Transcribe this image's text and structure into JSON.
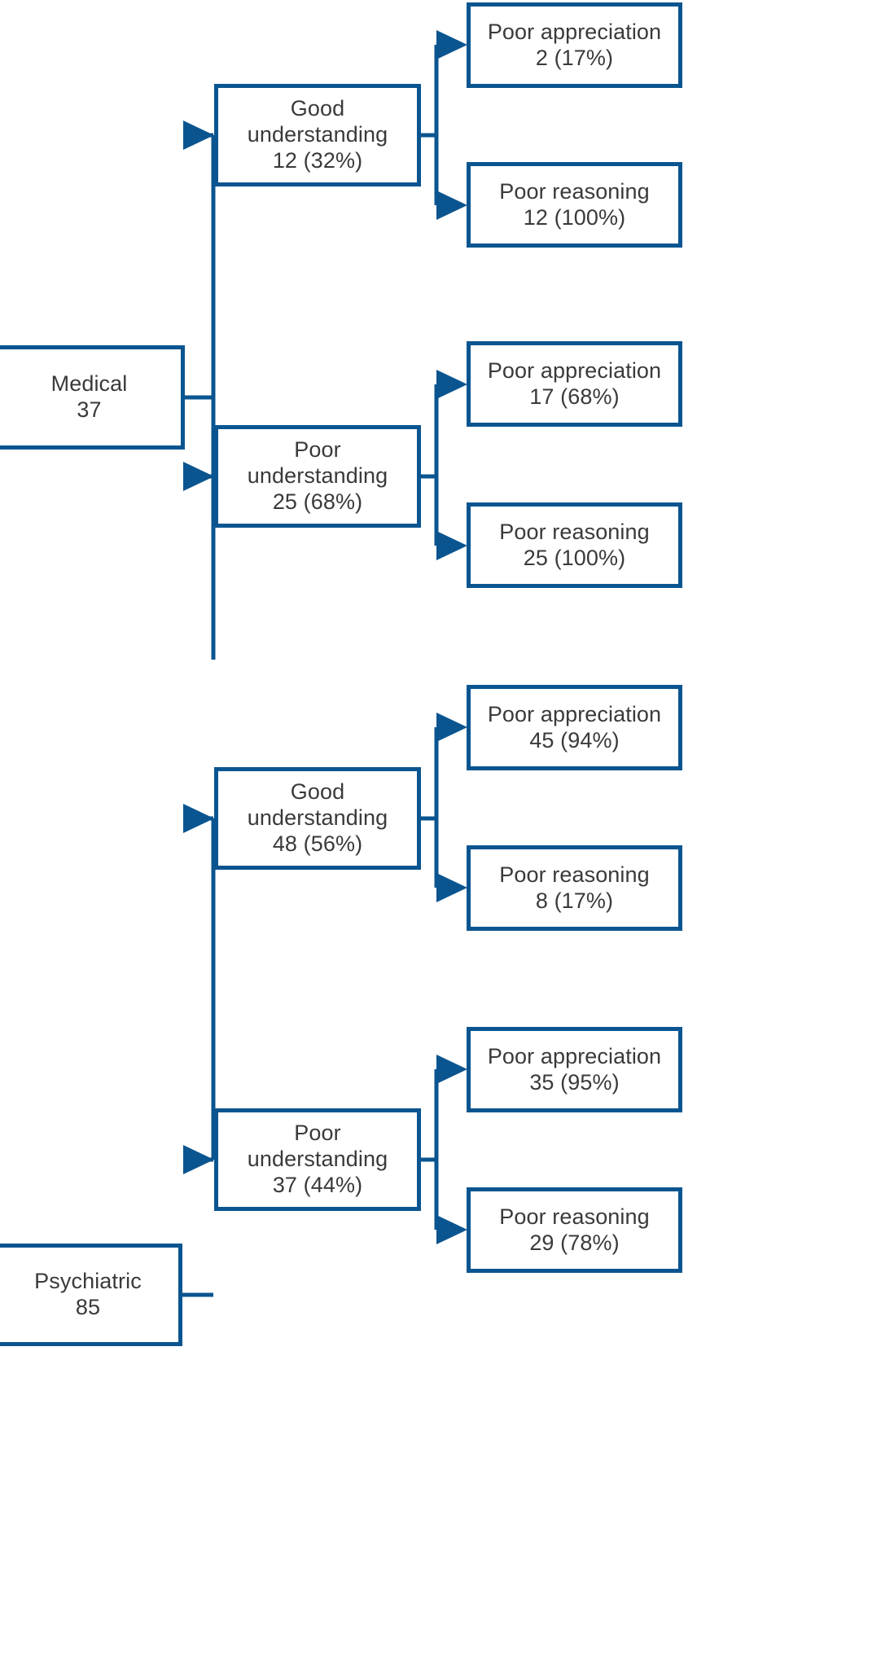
{
  "theme": {
    "line_color": "#0a5590",
    "box_fill": "#ffffff",
    "text_color": "#3a3a3a"
  },
  "chart_data": {
    "type": "diagram",
    "title": "",
    "subtype": "flowchart-tree",
    "trees": [
      {
        "root": {
          "label": "Medical",
          "value": "37"
        },
        "branches": [
          {
            "label_line1": "Good",
            "label_line2": "understanding",
            "value": "12 (32%)",
            "leaves": [
              {
                "label": "Poor appreciation",
                "value": "2 (17%)"
              },
              {
                "label": "Poor reasoning",
                "value": "12 (100%)"
              }
            ]
          },
          {
            "label_line1": "Poor",
            "label_line2": "understanding",
            "value": "25 (68%)",
            "leaves": [
              {
                "label": "Poor appreciation",
                "value": "17 (68%)"
              },
              {
                "label": "Poor reasoning",
                "value": "25 (100%)"
              }
            ]
          }
        ]
      },
      {
        "root": {
          "label": "Psychiatric",
          "value": "85"
        },
        "branches": [
          {
            "label_line1": "Good",
            "label_line2": "understanding",
            "value": "48 (56%)",
            "leaves": [
              {
                "label": "Poor appreciation",
                "value": "45 (94%)"
              },
              {
                "label": "Poor reasoning",
                "value": "8 (17%)"
              }
            ]
          },
          {
            "label_line1": "Poor",
            "label_line2": "understanding",
            "value": "37 (44%)",
            "leaves": [
              {
                "label": "Poor appreciation",
                "value": "35 (95%)"
              },
              {
                "label": "Poor reasoning",
                "value": "29 (78%)"
              }
            ]
          }
        ]
      }
    ]
  },
  "nodes": {
    "medical_root": {
      "l1": "Medical",
      "l2": "37"
    },
    "psychiatric_root": {
      "l1": "Psychiatric",
      "l2": "85"
    },
    "m_good": {
      "l1": "Good",
      "l2": "understanding",
      "l3": "12 (32%)"
    },
    "m_poor": {
      "l1": "Poor",
      "l2": "understanding",
      "l3": "25 (68%)"
    },
    "p_good": {
      "l1": "Good",
      "l2": "understanding",
      "l3": "48 (56%)"
    },
    "p_poor": {
      "l1": "Poor",
      "l2": "understanding",
      "l3": "37 (44%)"
    },
    "m_good_app": {
      "l1": "Poor appreciation",
      "l2": "2 (17%)"
    },
    "m_good_rea": {
      "l1": "Poor reasoning",
      "l2": "12 (100%)"
    },
    "m_poor_app": {
      "l1": "Poor appreciation",
      "l2": "17 (68%)"
    },
    "m_poor_rea": {
      "l1": "Poor reasoning",
      "l2": "25 (100%)"
    },
    "p_good_app": {
      "l1": "Poor appreciation",
      "l2": "45 (94%)"
    },
    "p_good_rea": {
      "l1": "Poor reasoning",
      "l2": "8 (17%)"
    },
    "p_poor_app": {
      "l1": "Poor appreciation",
      "l2": "35 (95%)"
    },
    "p_poor_rea": {
      "l1": "Poor reasoning",
      "l2": "29 (78%)"
    }
  }
}
